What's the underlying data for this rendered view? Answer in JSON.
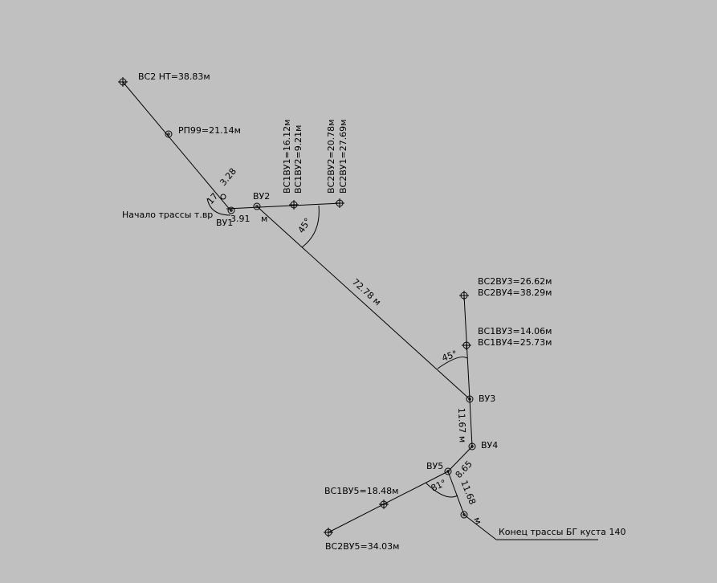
{
  "labels": {
    "vs2_nt": "ВС2 НТ=38.83м",
    "rp99": "РП99=21.14м",
    "start": "Начало трассы т.вр",
    "vu2": "ВУ2",
    "vs1vu1": "ВС1ВУ1=16.12м",
    "vs1vu2": "ВС1ВУ2=9.21м",
    "vs2vu2": "ВС2ВУ2=20.78м",
    "vs2vu1": "ВС2ВУ1=27.69м",
    "dim_328": "3.28",
    "dim_17": "17",
    "dim_891": "3.91",
    "dim_891_unit": "м",
    "vu_small": "ВУ1",
    "angle_45a": "45°",
    "dim_7278": "72.78  м",
    "vs2vu3": "ВС2ВУ3=26.62м",
    "vs2vu4": "ВС2ВУ4=38.29м",
    "vs1vu3": "ВС1ВУ3=14.06м",
    "vs1vu4": "ВС1ВУ4=25.73м",
    "angle_45b": "45°",
    "vu3": "ВУ3",
    "dim_1167": "11.67 м",
    "vu4": "ВУ4",
    "vu5": "ВУ5",
    "dim_865": "8.65",
    "dim_1168": "11.68",
    "dim_1168_unit": "м",
    "angle_81": "81°",
    "vs1vu5": "ВС1ВУ5=18.48м",
    "vs2vu5": "ВС2ВУ5=34.03м",
    "end": "Конец трассы БГ куста 140"
  }
}
